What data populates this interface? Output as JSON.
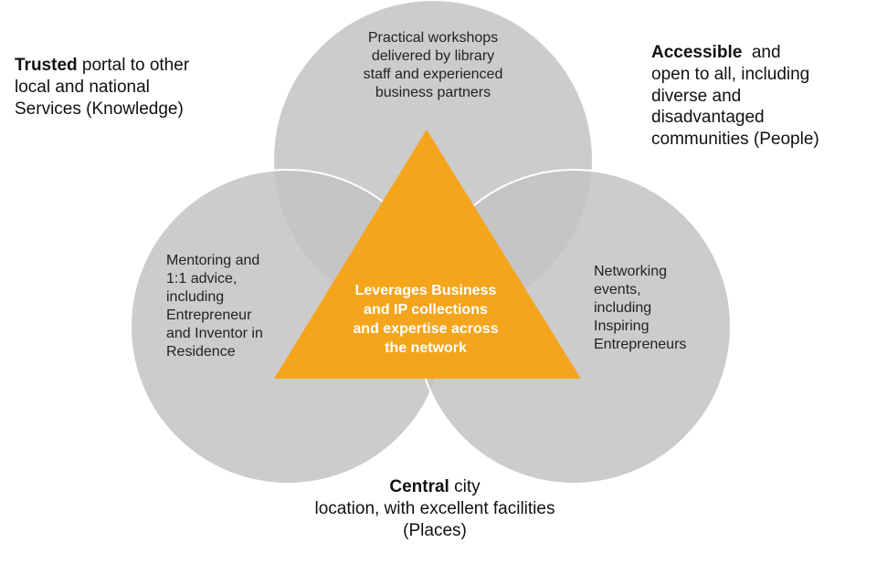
{
  "colors": {
    "circle_fill": "#c3c3c3",
    "circle_stroke": "#ffffff",
    "triangle_fill": "#f5a51c",
    "triangle_text": "#ffffff",
    "text": "#1a1a1a"
  },
  "circles": {
    "top": {
      "lines": [
        "Practical workshops",
        "delivered by library",
        "staff and experienced",
        "business partners"
      ]
    },
    "left": {
      "lines": [
        "Mentoring and",
        "1:1 advice,",
        "including",
        "Entrepreneur",
        "and Inventor in",
        "Residence"
      ]
    },
    "right": {
      "lines": [
        "Networking",
        "events,",
        "including",
        "Inspiring",
        "Entrepreneurs"
      ]
    }
  },
  "center": {
    "lines": [
      "Leverages Business",
      "and IP collections",
      "and expertise across",
      "the network"
    ]
  },
  "outer": {
    "top_left": {
      "bold": "Trusted",
      "rest": " portal to other",
      "lines": [
        "local and national",
        "Services (Knowledge)"
      ]
    },
    "top_right": {
      "bold": "Accessible",
      "rest": "  and",
      "lines": [
        "open to all, including",
        "diverse and",
        "disadvantaged",
        "communities (People)"
      ]
    },
    "bottom": {
      "bold": "Central",
      "rest": " city",
      "lines": [
        "location, with excellent facilities",
        "(Places)"
      ]
    }
  }
}
